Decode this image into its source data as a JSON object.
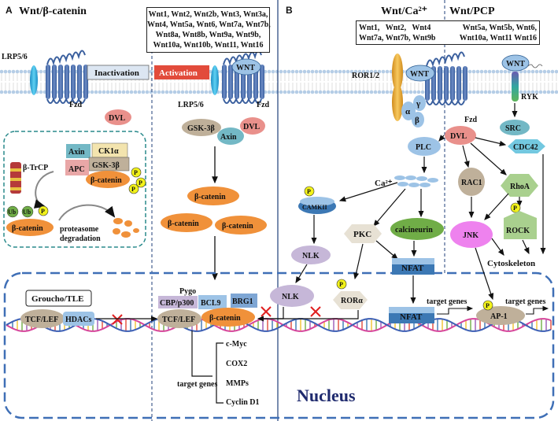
{
  "panel_a": {
    "letter": "A",
    "title": "Wnt/β-catenin",
    "ligands": [
      "Wnt1, Wnt2, Wnt2b, Wnt3, Wnt3a,",
      "Wnt4, Wnt5a, Wnt6, Wnt7a, Wnt7b,",
      "Wnt8a, Wnt8b, Wnt9a, Wnt9b,",
      "Wnt10a, Wnt10b, Wnt11, Wnt16"
    ],
    "inactivation": "Inactivation",
    "activation": "Activation",
    "lrp_left": "LRP5/6",
    "fzd_left": "Fzd",
    "dvl_left": "DVL",
    "lrp_right": "LRP5/6",
    "fzd_right": "Fzd",
    "wnt": "WNT",
    "dvl_right": "DVL",
    "gsk_right": "GSK-3β",
    "axin_right": "Axin",
    "complex": {
      "axin": "Axin",
      "ck1a": "CK1α",
      "gsk": "GSK-3β",
      "apc": "APC",
      "btrcp": "β-TrCP",
      "bcat": "β-catenin",
      "p": "P",
      "ub": "Ub",
      "bcat_ub": "β-catenin",
      "proteasome": "proteasome",
      "degradation": "degradation"
    },
    "bcat_cyto": [
      "β-catenin",
      "β-catenin",
      "β-catenin"
    ],
    "nucleus": {
      "groucho": "Groucho/TLE",
      "tcf_left": "TCF/LEF",
      "hdacs": "HDACs",
      "pygo": "Pygo",
      "cbp": "CBP/p300",
      "bcl9": "BCL9",
      "brg1": "BRG1",
      "tcf_right": "TCF/LEF",
      "bcat": "β-catenin",
      "target_label": "target genes",
      "targets": [
        "c-Myc",
        "COX2",
        "MMPs",
        "Cyclin D1"
      ]
    }
  },
  "panel_b": {
    "letter": "B",
    "title_ca": "Wnt/Ca²⁺",
    "title_pcp": "Wnt/PCP",
    "ligands_ca": [
      "Wnt1,   Wnt2,   Wnt4",
      "Wnt7a, Wnt7b, Wnt9b"
    ],
    "ligands_pcp": [
      "Wnt5a, Wnt5b, Wnt6,",
      "Wnt10a, Wnt11 Wnt16"
    ],
    "ror": "ROR1/2",
    "wnt_ca": "WNT",
    "fzd": "Fzd",
    "alpha": "α",
    "gamma": "γ",
    "beta": "β",
    "wnt_pcp": "WNT",
    "ryk": "RYK",
    "src": "SRC",
    "dvl": "DVL",
    "plc": "PLC",
    "cdc42": "CDC42",
    "ca": "Ca²⁺",
    "camkii": "CAMKII",
    "pkc": "PKC",
    "calcineurin": "calcineurin",
    "rac1": "RAC1",
    "rhoa": "RhoA",
    "rock": "ROCK",
    "jnk": "JNK",
    "cytoskeleton": "Cytoskeleton",
    "nlk": "NLK",
    "nfat": "NFAT",
    "nlk_nuc": "NLK",
    "rora": "RORα",
    "nfat_nuc": "NFAT",
    "ap1": "AP-1",
    "target1": "target genes",
    "target2": "target genes",
    "p": "P"
  },
  "nucleus_label": "Nucleus",
  "colors": {
    "orange": "#F0913A",
    "blue_light": "#9DC3E6",
    "blue_dark": "#3C78B4",
    "green": "#70AD47",
    "membrane": "#A8C4E0",
    "inactivation_bg": "#DCE6F2",
    "activation_bg": "#E24B3B",
    "nucleus_border": "#3F6FB6",
    "p_yellow": "#F2F21A"
  }
}
